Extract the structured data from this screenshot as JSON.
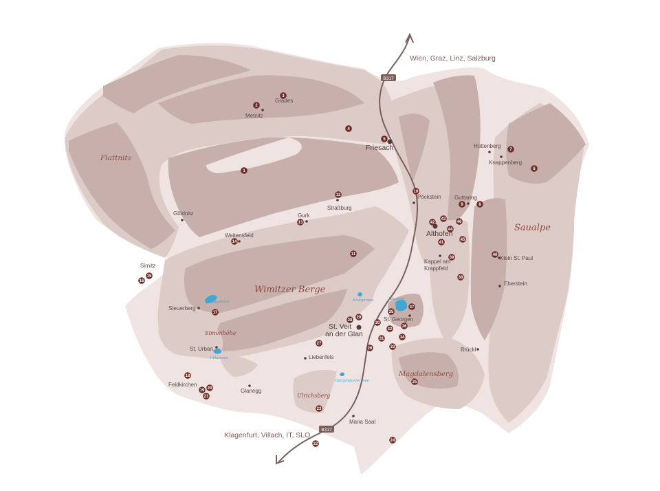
{
  "colors": {
    "terrain_light": "#efe4e2",
    "terrain_mid": "#dccbc7",
    "terrain_dark": "#c7b0ab",
    "road": "#7a5f5c",
    "marker": "#6b2b26",
    "town_dot": "#5a3a38",
    "lake": "#3fa6d6",
    "region_label": "#8b4a3e"
  },
  "routes": {
    "north": "Wien, Graz, Linz, Salzburg",
    "south": "Klagenfurt, Villach, IT, SLO",
    "road_north": "B317",
    "road_south": "B317"
  },
  "regions": {
    "flattnitz": "Flattnitz",
    "wimitzer": "Wimitzer Berge",
    "saualpe": "Saualpe",
    "magdalensberg": "Magdalensberg",
    "simonhoehe": "Simonhöhe",
    "ulrichsberg": "Ulrichsberg"
  },
  "lakes": {
    "goggausee": "Goggausee",
    "kraigersee": "Kraigersee",
    "laengsee": "Längsee",
    "urbansee": "Urbansee",
    "hoerzendorfer": "Hörzendorfer See"
  },
  "towns": {
    "friesach": "Friesach",
    "althofen": "Althofen",
    "st_veit_1": "St. Veit",
    "st_veit_2": "an der Glan",
    "metnitz": "Metnitz",
    "grades": "Grades",
    "huettenberg": "Hüttenberg",
    "knappenberg": "Knappenberg",
    "poeckstein": "Pöckstein",
    "guttaring": "Guttaring",
    "strassburg": "Straßburg",
    "gurk": "Gurk",
    "weitensfeld": "Weitensfeld",
    "gloednitz": "Glödnitz",
    "sirnitz": "Sirnitz",
    "steuerberg": "Steuerberg",
    "st_urban": "St. Urban",
    "feldkirchen": "Feldkirchen",
    "glanegg": "Glanegg",
    "liebenfels": "Liebenfels",
    "st_georgen": "St. Georgen",
    "kappel_1": "Kappel am",
    "kappel_2": "Krappfeld",
    "klein_st_paul": "Klein St. Paul",
    "eberstein": "Eberstein",
    "brueckl": "Brückl",
    "maria_saal": "Maria Saal"
  },
  "markers": [
    "1",
    "2",
    "3",
    "4",
    "5",
    "6",
    "7",
    "8",
    "9",
    "10",
    "11",
    "12",
    "13",
    "14",
    "15",
    "16",
    "17",
    "18",
    "19",
    "20",
    "21",
    "22",
    "23",
    "24",
    "25",
    "26",
    "27",
    "28",
    "29",
    "30",
    "31",
    "32",
    "33",
    "34",
    "35",
    "36",
    "37",
    "38",
    "39",
    "40",
    "41",
    "42",
    "43",
    "44",
    "45",
    "46"
  ]
}
